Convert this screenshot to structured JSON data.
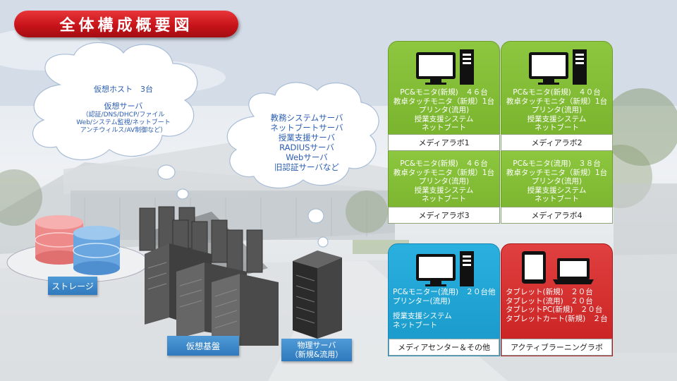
{
  "title": "全体構成概要図",
  "cloud_left": {
    "line1": "仮想ホスト　3台",
    "line2": "仮想サーバ",
    "line3": "（認証/DNS/DHCP/ファイル",
    "line4": "Web/システム監視/ネットブート",
    "line5": "アンチウィルス/AV制御など）"
  },
  "cloud_right": [
    "教務システムサーバ",
    "ネットブートサーバ",
    "授業支援サーバ",
    "RADIUSサーバ",
    "Webサーバ",
    "旧認証サーバなど"
  ],
  "labels": {
    "storage": "ストレージ",
    "virtual_base": "仮想基盤",
    "physical_line1": "物理サーバ",
    "physical_line2": "（新規&流用）"
  },
  "lab1": {
    "name": "メディアラボ1",
    "lines": [
      "PC&モニタ(新規)　４６台",
      "教卓タッチモニタ（新規）1台",
      "プリンタ(流用)",
      "授業支援システム",
      "ネットブート"
    ]
  },
  "lab2": {
    "name": "メディアラボ2",
    "lines": [
      "PC&モニタ(新規)　４０台",
      "教卓タッチモニタ（新規）1台",
      "プリンタ(流用)",
      "授業支援システム",
      "ネットブート"
    ]
  },
  "lab3": {
    "name": "メディアラボ3",
    "lines": [
      "PC&モニタ(新規)　４６台",
      "教卓タッチモニタ（新規）1台",
      "プリンタ(流用)",
      "授業支援システム",
      "ネットブート"
    ]
  },
  "lab4": {
    "name": "メディアラボ4",
    "lines": [
      "PC&モニタ(流用)　３８台",
      "教卓タッチモニタ（新規）1台",
      "プリンタ(流用)",
      "授業支援システム",
      "ネットブート"
    ]
  },
  "center": {
    "name": "メディアセンター＆その他",
    "lines": [
      "PC&モニター(流用)　２０台他",
      "プリンター(流用)",
      "授業支援システム",
      "ネットブート"
    ]
  },
  "active": {
    "name": "アクティブラーニングラボ",
    "lines": [
      "タブレット(新規)　２０台",
      "タブレット(流用)　２０台",
      "タブレットPC(新規)　２０台",
      "タブレットカート(新規)　２台"
    ]
  },
  "colors": {
    "title_red": "#c8141a",
    "lab_green": "#8dc63f",
    "center_blue": "#1fa4d6",
    "active_red": "#d42a2a",
    "label_blue": "#3f89c9",
    "cloud_text": "#2a5db0"
  }
}
